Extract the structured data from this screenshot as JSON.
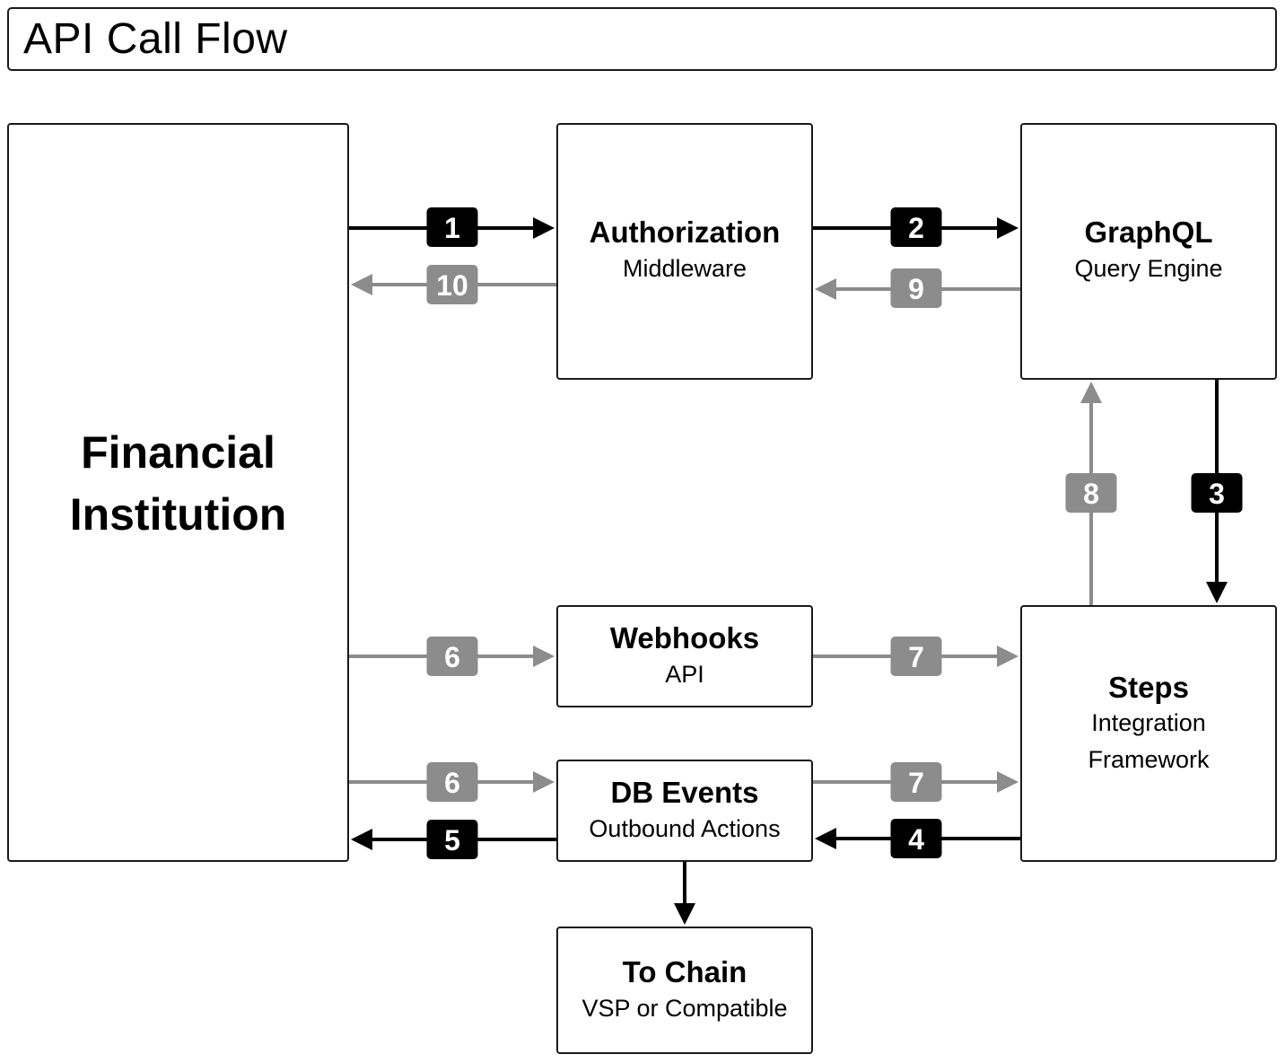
{
  "header": {
    "title": "API Call Flow"
  },
  "nodes": {
    "financial_institution": {
      "lines": [
        "Financial",
        "Institution"
      ]
    },
    "authorization": {
      "title": "Authorization",
      "subtitle": "Middleware"
    },
    "graphql": {
      "title": "GraphQL",
      "subtitle": "Query Engine"
    },
    "webhooks": {
      "title": "Webhooks",
      "subtitle": "API"
    },
    "steps": {
      "title": "Steps",
      "subtitle_lines": [
        "Integration",
        "Framework"
      ]
    },
    "db_events": {
      "title": "DB Events",
      "subtitle": "Outbound Actions"
    },
    "to_chain": {
      "title": "To Chain",
      "subtitle": "VSP or Compatible"
    }
  },
  "colors": {
    "primary": "#000000",
    "secondary": "#8c8c8c",
    "box_border": "#1a1a1a"
  },
  "edges": [
    {
      "id": "e1",
      "label": "1",
      "from": "financial_institution",
      "to": "authorization",
      "style": "primary"
    },
    {
      "id": "e2",
      "label": "2",
      "from": "authorization",
      "to": "graphql",
      "style": "primary"
    },
    {
      "id": "e3",
      "label": "3",
      "from": "graphql",
      "to": "steps",
      "style": "primary"
    },
    {
      "id": "e4",
      "label": "4",
      "from": "steps",
      "to": "db_events",
      "style": "primary"
    },
    {
      "id": "e5",
      "label": "5",
      "from": "db_events",
      "to": "financial_institution",
      "style": "primary"
    },
    {
      "id": "e6a",
      "label": "6",
      "from": "financial_institution",
      "to": "webhooks",
      "style": "secondary"
    },
    {
      "id": "e6b",
      "label": "6",
      "from": "financial_institution",
      "to": "db_events",
      "style": "secondary"
    },
    {
      "id": "e7a",
      "label": "7",
      "from": "webhooks",
      "to": "steps",
      "style": "secondary"
    },
    {
      "id": "e7b",
      "label": "7",
      "from": "db_events",
      "to": "steps",
      "style": "secondary"
    },
    {
      "id": "e8",
      "label": "8",
      "from": "steps",
      "to": "graphql",
      "style": "secondary"
    },
    {
      "id": "e9",
      "label": "9",
      "from": "graphql",
      "to": "authorization",
      "style": "secondary"
    },
    {
      "id": "e10",
      "label": "10",
      "from": "authorization",
      "to": "financial_institution",
      "style": "secondary"
    },
    {
      "id": "e11",
      "label": "",
      "from": "db_events",
      "to": "to_chain",
      "style": "primary"
    }
  ]
}
